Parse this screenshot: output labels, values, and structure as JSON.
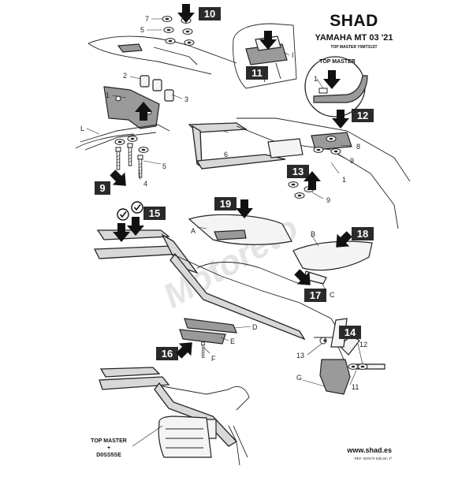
{
  "header": {
    "brand": "SHAD",
    "model": "YAMAHA MT 03 '21",
    "kit": "TOP MASTER Y0MT31ST"
  },
  "watermark": "Motoreto",
  "steps": [
    "10",
    "11",
    "12",
    "9",
    "13",
    "15",
    "19",
    "18",
    "17",
    "16",
    "14"
  ],
  "callouts": {
    "top_left": [
      "7",
      "5",
      "2",
      "1",
      "3",
      "L",
      "5",
      "4"
    ],
    "top_inset": [
      "I"
    ],
    "top_right": [
      "1",
      "6",
      "8",
      "9",
      "1",
      "9"
    ],
    "middle": [
      "A",
      "B",
      "C",
      "D",
      "E",
      "F"
    ],
    "lower_right": [
      "13",
      "12",
      "G",
      "11"
    ]
  },
  "labels": {
    "detail_circle": "TOP MASTER",
    "bottom_note": [
      "TOP MASTER",
      "+",
      "D0SS5SE"
    ]
  },
  "footer": {
    "url": "www.shad.es",
    "ref": "REF. 500479 Edición 1ª"
  },
  "icons": [
    "down-arrow-icon",
    "check-icon"
  ],
  "colors": {
    "ink": "#111111",
    "step_bg": "#2a2a2a",
    "panel": "#f4f4f4"
  }
}
